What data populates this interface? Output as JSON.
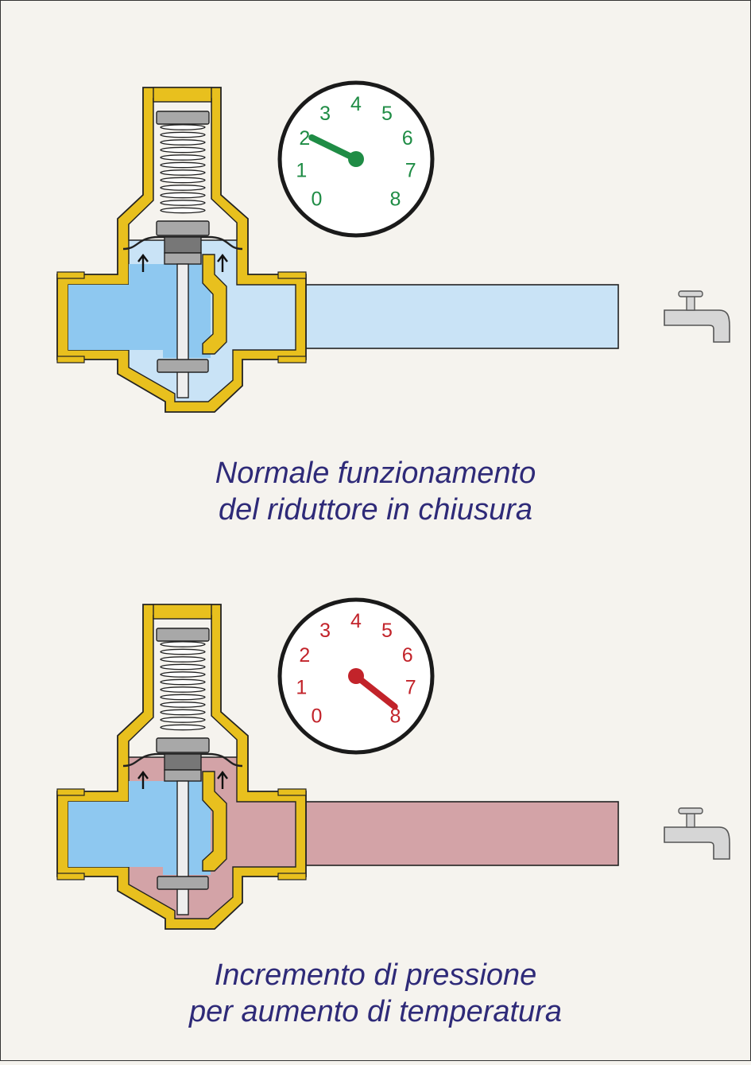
{
  "panels": [
    {
      "caption_line1": "Normale funzionamento",
      "caption_line2": "del riduttore in chiusura",
      "gauge": {
        "labels": [
          "0",
          "1",
          "2",
          "3",
          "4",
          "5",
          "6",
          "7",
          "8"
        ],
        "reading": 2.1,
        "color": "#1f8c45"
      },
      "downstream_color": "#c9e3f6",
      "inner_color": "#c9e3f6"
    },
    {
      "caption_line1": "Incremento di pressione",
      "caption_line2": "per aumento di temperatura",
      "gauge": {
        "labels": [
          "0",
          "1",
          "2",
          "3",
          "4",
          "5",
          "6",
          "7",
          "8"
        ],
        "reading": 7.8,
        "color": "#c2232a"
      },
      "downstream_color": "#d3a3a7",
      "inner_color": "#d3a3a7"
    }
  ],
  "colors": {
    "brass": "#e8c01e",
    "inlet_water": "#8ec8f0",
    "metal": "#a8a8a8",
    "background": "#f5f3ee",
    "caption": "#2e2a78"
  }
}
